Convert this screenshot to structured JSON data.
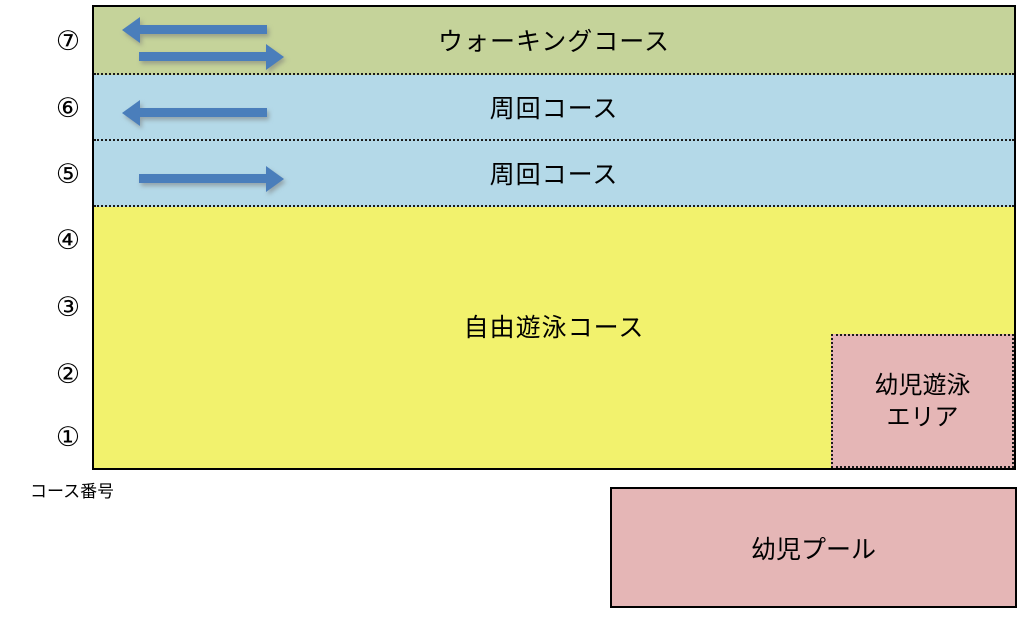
{
  "pool": {
    "caption": "コース番号",
    "lanes": [
      {
        "number": "⑦",
        "label": "ウォーキングコース",
        "zone": "walking",
        "color": "#c5d39a",
        "arrows": [
          "left",
          "right"
        ]
      },
      {
        "number": "⑥",
        "label": "周回コース",
        "zone": "circuit",
        "color": "#b4d9e8",
        "arrows": [
          "left"
        ]
      },
      {
        "number": "⑤",
        "label": "周回コース",
        "zone": "circuit",
        "color": "#b4d9e8",
        "arrows": [
          "right"
        ]
      },
      {
        "number": "④",
        "label": "",
        "zone": "free",
        "color": "#f2f26d",
        "arrows": []
      },
      {
        "number": "③",
        "label": "自由遊泳コース",
        "zone": "free",
        "color": "#f2f26d",
        "arrows": []
      },
      {
        "number": "②",
        "label": "",
        "zone": "free",
        "color": "#f2f26d",
        "arrows": []
      },
      {
        "number": "①",
        "label": "",
        "zone": "free",
        "color": "#f2f26d",
        "arrows": []
      }
    ],
    "zone_labels": {
      "walking": "ウォーキングコース",
      "circuit_6": "周回コース",
      "circuit_5": "周回コース",
      "free": "自由遊泳コース"
    },
    "kids_area": {
      "line1": "幼児遊泳",
      "line2": "エリア",
      "color": "#e5b6b6"
    },
    "kids_pool": {
      "label": "幼児プール",
      "color": "#e5b6b6"
    }
  },
  "colors": {
    "walking_green": "#c5d39a",
    "circuit_blue": "#b4d9e8",
    "free_yellow": "#f2f26d",
    "kids_pink": "#e5b6b6",
    "arrow_blue": "#4a7ebb",
    "outline_black": "#000000"
  }
}
